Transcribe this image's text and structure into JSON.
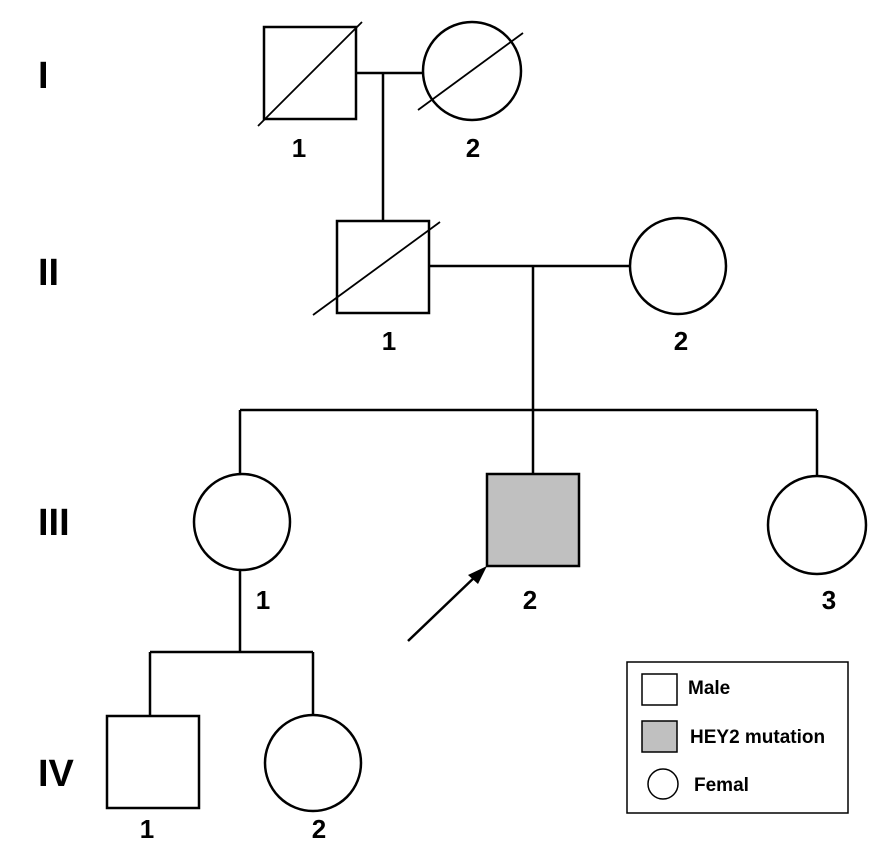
{
  "generations": [
    "I",
    "II",
    "III",
    "IV"
  ],
  "individuals": {
    "I_1": {
      "label": "1",
      "sex": "male",
      "deceased": true,
      "affected": false
    },
    "I_2": {
      "label": "2",
      "sex": "female",
      "deceased": true,
      "affected": false
    },
    "II_1": {
      "label": "1",
      "sex": "male",
      "deceased": true,
      "affected": false
    },
    "II_2": {
      "label": "2",
      "sex": "female",
      "deceased": false,
      "affected": false
    },
    "III_1": {
      "label": "1",
      "sex": "female",
      "deceased": false,
      "affected": false
    },
    "III_2": {
      "label": "2",
      "sex": "male",
      "deceased": false,
      "affected": true,
      "proband": true
    },
    "III_3": {
      "label": "3",
      "sex": "female",
      "deceased": false,
      "affected": false
    },
    "IV_1": {
      "label": "1",
      "sex": "male",
      "deceased": false,
      "affected": false
    },
    "IV_2": {
      "label": "2",
      "sex": "female",
      "deceased": false,
      "affected": false
    }
  },
  "legend": {
    "male": "Male",
    "mutation": "HEY2  mutation",
    "female": "Femal"
  },
  "colors": {
    "affected_fill": "#c0c0c0",
    "line": "#000000"
  }
}
